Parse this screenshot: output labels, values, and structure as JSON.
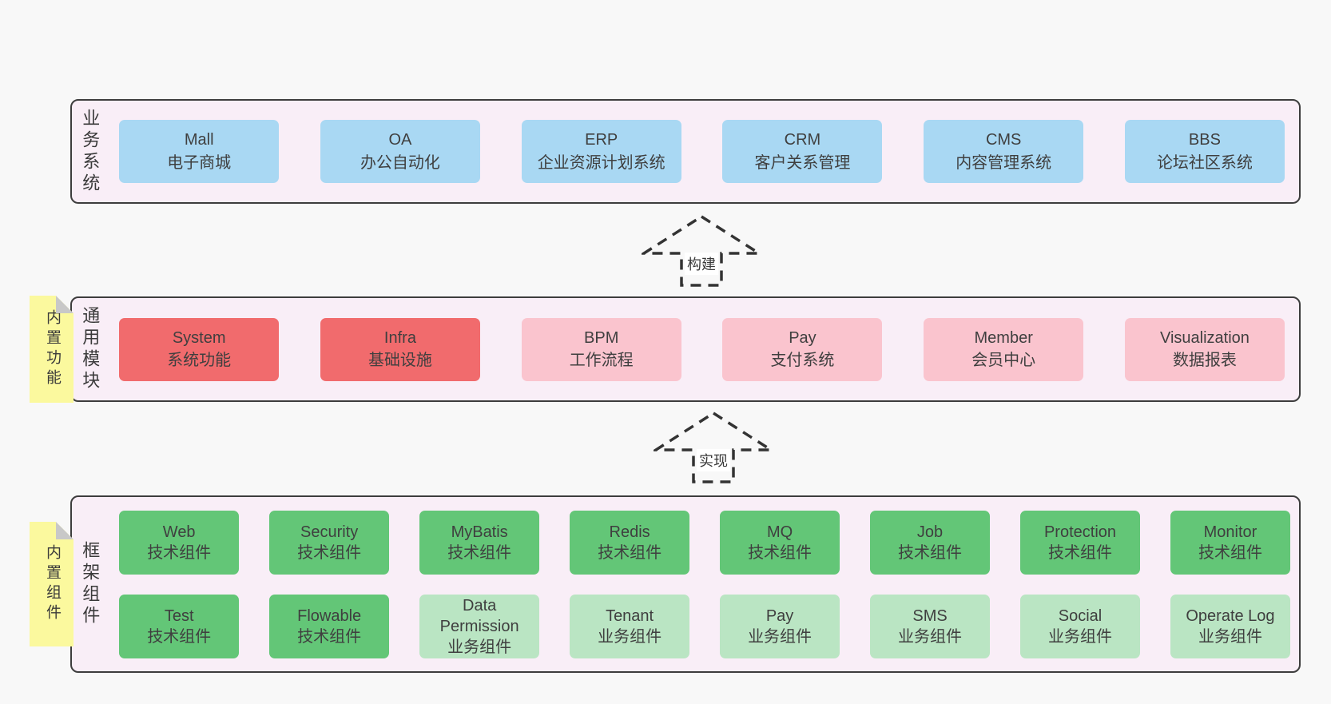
{
  "colors": {
    "page-bg": "#f8f8f8",
    "band-bg": "#f9eef7",
    "border": "#3d3d3d",
    "blue": "#a9d8f3",
    "red": "#f16b6d",
    "pink": "#fac4ce",
    "green": "#63c677",
    "green-light": "#bae5c3",
    "note": "#fbf99e",
    "fold": "#c8c8c8",
    "text": "#3f3f3f",
    "arrow": "#333333"
  },
  "notes": [
    {
      "label": "内置功能"
    },
    {
      "label": "内置组件"
    }
  ],
  "arrows": [
    {
      "label": "构建"
    },
    {
      "label": "实现"
    }
  ],
  "bands": {
    "business": {
      "label": "业务系统",
      "items": [
        {
          "title": "Mall",
          "subtitle": "电子商城"
        },
        {
          "title": "OA",
          "subtitle": "办公自动化"
        },
        {
          "title": "ERP",
          "subtitle": "企业资源计划系统"
        },
        {
          "title": "CRM",
          "subtitle": "客户关系管理"
        },
        {
          "title": "CMS",
          "subtitle": "内容管理系统"
        },
        {
          "title": "BBS",
          "subtitle": "论坛社区系统"
        }
      ]
    },
    "modules": {
      "label": "通用模块",
      "items": [
        {
          "title": "System",
          "subtitle": "系统功能"
        },
        {
          "title": "Infra",
          "subtitle": "基础设施"
        },
        {
          "title": "BPM",
          "subtitle": "工作流程"
        },
        {
          "title": "Pay",
          "subtitle": "支付系统"
        },
        {
          "title": "Member",
          "subtitle": "会员中心"
        },
        {
          "title": "Visualization",
          "subtitle": "数据报表"
        }
      ]
    },
    "components": {
      "label": "框架组件",
      "rows": [
        [
          {
            "title": "Web",
            "subtitle": "技术组件"
          },
          {
            "title": "Security",
            "subtitle": "技术组件"
          },
          {
            "title": "MyBatis",
            "subtitle": "技术组件"
          },
          {
            "title": "Redis",
            "subtitle": "技术组件"
          },
          {
            "title": "MQ",
            "subtitle": "技术组件"
          },
          {
            "title": "Job",
            "subtitle": "技术组件"
          },
          {
            "title": "Protection",
            "subtitle": "技术组件"
          },
          {
            "title": "Monitor",
            "subtitle": "技术组件"
          }
        ],
        [
          {
            "title": "Test",
            "subtitle": "技术组件"
          },
          {
            "title": "Flowable",
            "subtitle": "技术组件"
          },
          {
            "title": "Data Permission",
            "subtitle": "业务组件"
          },
          {
            "title": "Tenant",
            "subtitle": "业务组件"
          },
          {
            "title": "Pay",
            "subtitle": "业务组件"
          },
          {
            "title": "SMS",
            "subtitle": "业务组件"
          },
          {
            "title": "Social",
            "subtitle": "业务组件"
          },
          {
            "title": "Operate Log",
            "subtitle": "业务组件"
          }
        ]
      ]
    }
  }
}
